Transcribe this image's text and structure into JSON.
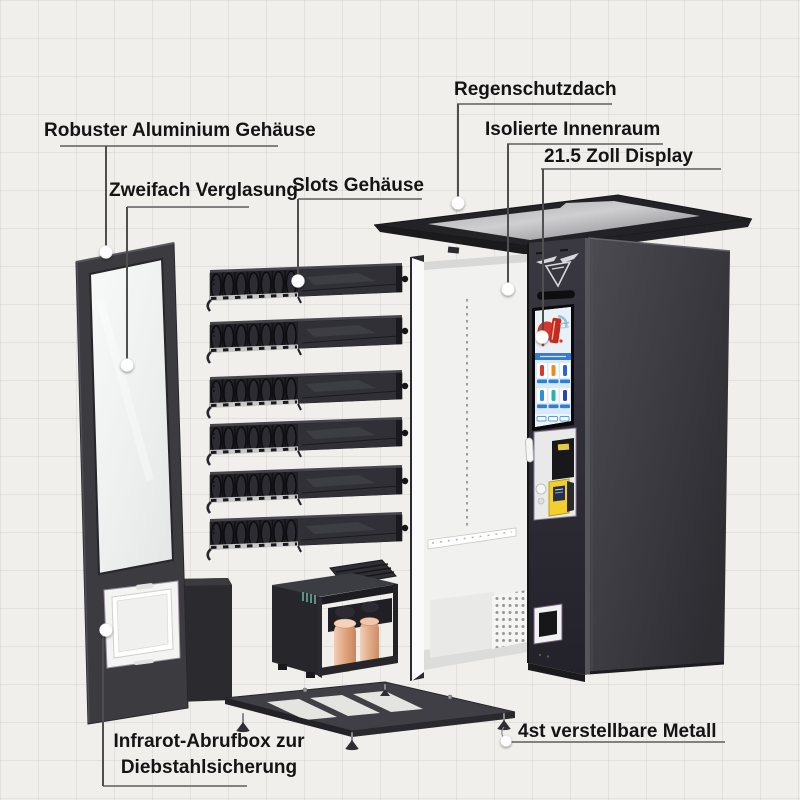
{
  "figure": {
    "type": "exploded-diagram",
    "subject": "Outdoor Getränke-Verkaufsautomat – Explosionszeichnung"
  },
  "callouts": {
    "aluminium_case": {
      "label": "Robuster Aluminium Gehäuse"
    },
    "double_glazing": {
      "label": "Zweifach Verglasung"
    },
    "slots_housing": {
      "label": "Slots Gehäuse"
    },
    "rain_roof": {
      "label": "Regenschutzdach"
    },
    "insulated_interior": {
      "label": "Isolierte Innenraum"
    },
    "display_215": {
      "label": "21.5 Zoll Display"
    },
    "infrared_box": {
      "line1": "Infrarot-Abrufbox zur",
      "line2": "Diebstahlsicherung"
    },
    "adjustable_feet": {
      "label": "4st verstellbare Metall"
    }
  },
  "colors": {
    "background": "#f0efec",
    "grid_line": "#dcdcd6",
    "label_text": "#141414",
    "leader_line": "#4f4f4f",
    "machine_dark": "#2c2b31",
    "machine_panel": "#3f3f45",
    "interior_white": "#f1f1f0",
    "terminal_yellow": "#f0cf2e",
    "copper": "#d89b77",
    "display_blue": "#2f7fd8"
  }
}
